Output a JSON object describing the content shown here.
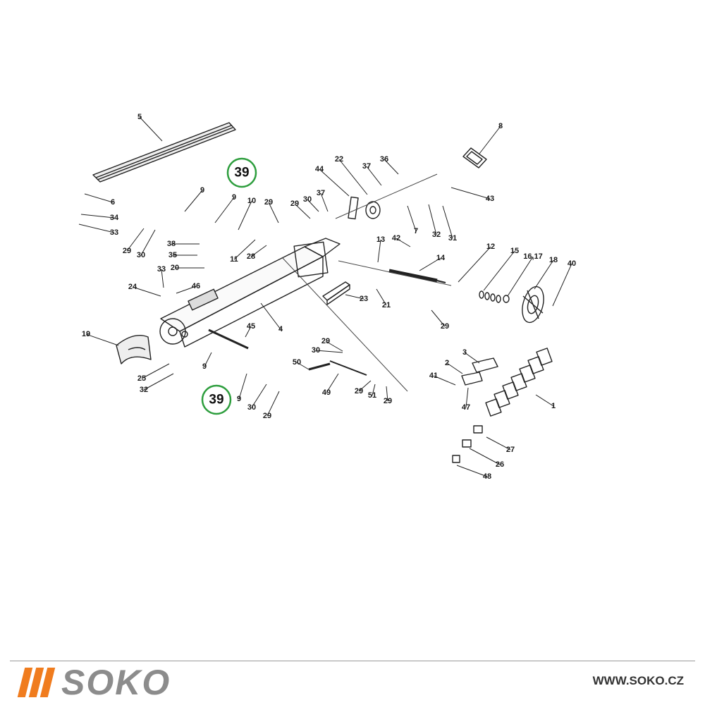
{
  "highlight": {
    "label": "39",
    "color": "#2e9e3e"
  },
  "brand": {
    "name": "SOKO",
    "accent": "#f07c1e",
    "text_color": "#8c8c8c",
    "website": "WWW.SOKO.CZ"
  },
  "labels": [
    "5",
    "39",
    "9",
    "9",
    "10",
    "29",
    "22",
    "44",
    "36",
    "37",
    "30",
    "37",
    "8",
    "43",
    "6",
    "34",
    "33",
    "29",
    "30",
    "29",
    "7",
    "32",
    "31",
    "38",
    "35",
    "20",
    "33",
    "24",
    "46",
    "11",
    "28",
    "13",
    "42",
    "14",
    "12",
    "15",
    "16,17",
    "18",
    "40",
    "23",
    "21",
    "29",
    "19",
    "45",
    "4",
    "25",
    "32",
    "9",
    "39",
    "9",
    "30",
    "29",
    "29",
    "30",
    "50",
    "49",
    "29",
    "51",
    "29",
    "3",
    "2",
    "41",
    "47",
    "1",
    "27",
    "26",
    "48"
  ]
}
